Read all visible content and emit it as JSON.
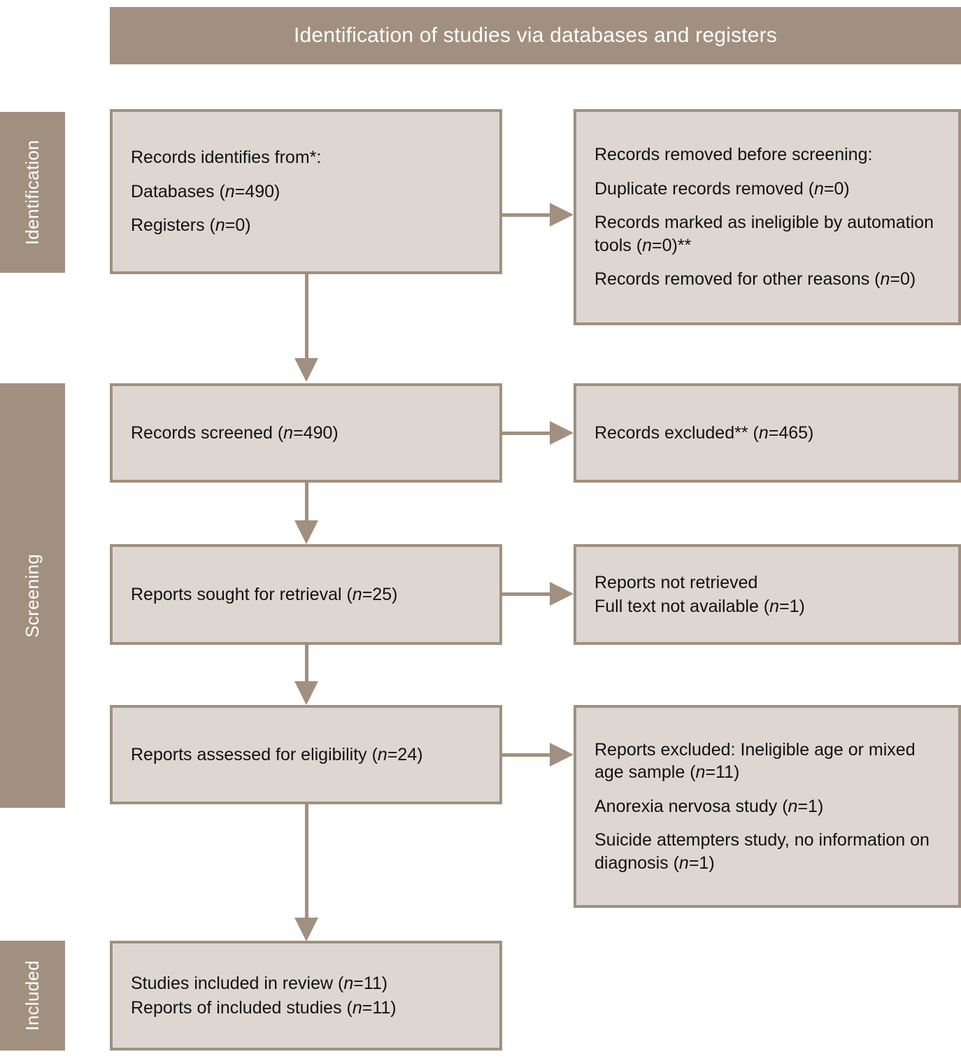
{
  "header": {
    "title": "Identification of studies via databases and registers"
  },
  "colors": {
    "band": "#a1907f",
    "box_fill": "#ded7d1",
    "box_border": "#a1907f",
    "connector": "#a1907f",
    "band_text": "#ffffff",
    "box_text": "#111111",
    "page_background": "#ffffff"
  },
  "stages": [
    {
      "id": "identification",
      "label": "Identification"
    },
    {
      "id": "screening",
      "label": "Screening"
    },
    {
      "id": "included",
      "label": "Included"
    }
  ],
  "boxes": {
    "identified": {
      "lines": [
        "Records identifies from*:",
        "Databases (n=490)",
        "Registers (n=0)"
      ],
      "l0": "Records identifies from*:",
      "l1_pre": "Databases (",
      "l1_n": "n",
      "l1_post": "=490)",
      "l2_pre": "Registers (",
      "l2_n": "n",
      "l2_post": "=0)"
    },
    "removed": {
      "l0": "Records removed before screening:",
      "l1_pre": "Duplicate records removed (",
      "l1_n": "n",
      "l1_post": "=0)",
      "l2_pre": "Records marked as ineligible by automation tools (",
      "l2_n": "n",
      "l2_post": "=0)**",
      "l3_pre": "Records removed for other reasons (",
      "l3_n": "n",
      "l3_post": "=0)"
    },
    "screened": {
      "l0_pre": "Records screened (",
      "l0_n": "n",
      "l0_post": "=490)"
    },
    "records_excluded": {
      "l0_pre": "Records excluded** (",
      "l0_n": "n",
      "l0_post": "=465)"
    },
    "sought": {
      "l0_pre": "Reports sought for retrieval (",
      "l0_n": "n",
      "l0_post": "=25)"
    },
    "not_retrieved": {
      "l0": "Reports not retrieved",
      "l1_pre": "Full text not available (",
      "l1_n": "n",
      "l1_post": "=1)"
    },
    "eligibility": {
      "l0_pre": "Reports assessed for eligibility (",
      "l0_n": "n",
      "l0_post": "=24)"
    },
    "reports_excluded": {
      "l0_pre": "Reports excluded: Ineligible age or mixed age sample (",
      "l0_n": "n",
      "l0_post": "=11)",
      "l1_pre": "Anorexia nervosa study (",
      "l1_n": "n",
      "l1_post": "=1)",
      "l2_pre": "Suicide attempters study, no information on diagnosis (",
      "l2_n": "n",
      "l2_post": "=1)"
    },
    "included": {
      "l0_pre": "Studies included in review (",
      "l0_n": "n",
      "l0_post": "=11)",
      "l1_pre": "Reports of included studies (",
      "l1_n": "n",
      "l1_post": "=11)"
    }
  },
  "counts": {
    "databases": 490,
    "registers": 0,
    "duplicate_records_removed": 0,
    "ineligible_automation_tools": 0,
    "removed_other_reasons": 0,
    "records_screened": 490,
    "records_excluded": 465,
    "reports_sought": 25,
    "full_text_not_available": 1,
    "reports_assessed": 24,
    "excluded_ineligible_age": 11,
    "excluded_anorexia": 1,
    "excluded_suicide_attempters": 1,
    "studies_included": 11,
    "reports_included": 11
  }
}
